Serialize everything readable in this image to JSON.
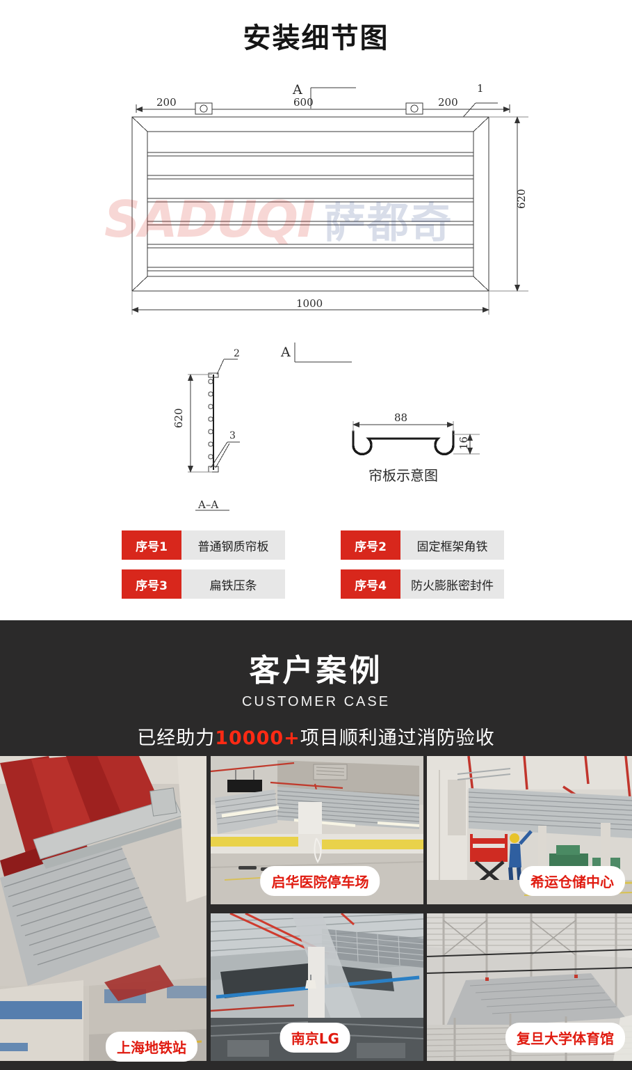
{
  "page": {
    "title": "安装细节图"
  },
  "watermark": {
    "latin": "SADUQI",
    "chinese": "萨都奇"
  },
  "drawing": {
    "section_marker_top": "A",
    "section_marker_mid": "A",
    "section_view_label": "A-A",
    "curtain_label": "帘板示意图",
    "dimensions": {
      "top_left": "200",
      "top_center": "600",
      "top_right": "200",
      "bottom_width": "1000",
      "right_height": "620",
      "section_height": "620",
      "plate_width": "88",
      "plate_thickness": "16"
    },
    "callouts": {
      "one": "1",
      "two": "2",
      "three": "3"
    }
  },
  "legend": {
    "items": [
      {
        "no": "序号1",
        "name": "普通钢质帘板"
      },
      {
        "no": "序号2",
        "name": "固定框架角铁"
      },
      {
        "no": "序号3",
        "name": "扁铁压条"
      },
      {
        "no": "序号4",
        "name": "防火膨胀密封件"
      }
    ]
  },
  "case_section": {
    "heading_cn": "客户案例",
    "heading_en": "CUSTOMER CASE",
    "subtitle_prefix": "已经助力",
    "subtitle_highlight": "10000+",
    "subtitle_suffix": "项目顺利通过消防验收"
  },
  "photos": [
    {
      "caption": "",
      "name": "photo-large-left"
    },
    {
      "caption": "启华医院停车场",
      "name": "photo-qihua-hospital-parking"
    },
    {
      "caption": "希运仓储中心",
      "name": "photo-xiyun-warehouse"
    },
    {
      "caption": "上海地铁站",
      "name": "photo-shanghai-metro"
    },
    {
      "caption": "南京LG",
      "name": "photo-nanjing-lg"
    },
    {
      "caption": "复旦大学体育馆",
      "name": "photo-fudan-gym"
    }
  ],
  "colors": {
    "accent_red": "#d8271c",
    "dark_band": "#2b2a2a",
    "legend_gray": "#e7e7e7",
    "caption_red": "#e01b10"
  }
}
